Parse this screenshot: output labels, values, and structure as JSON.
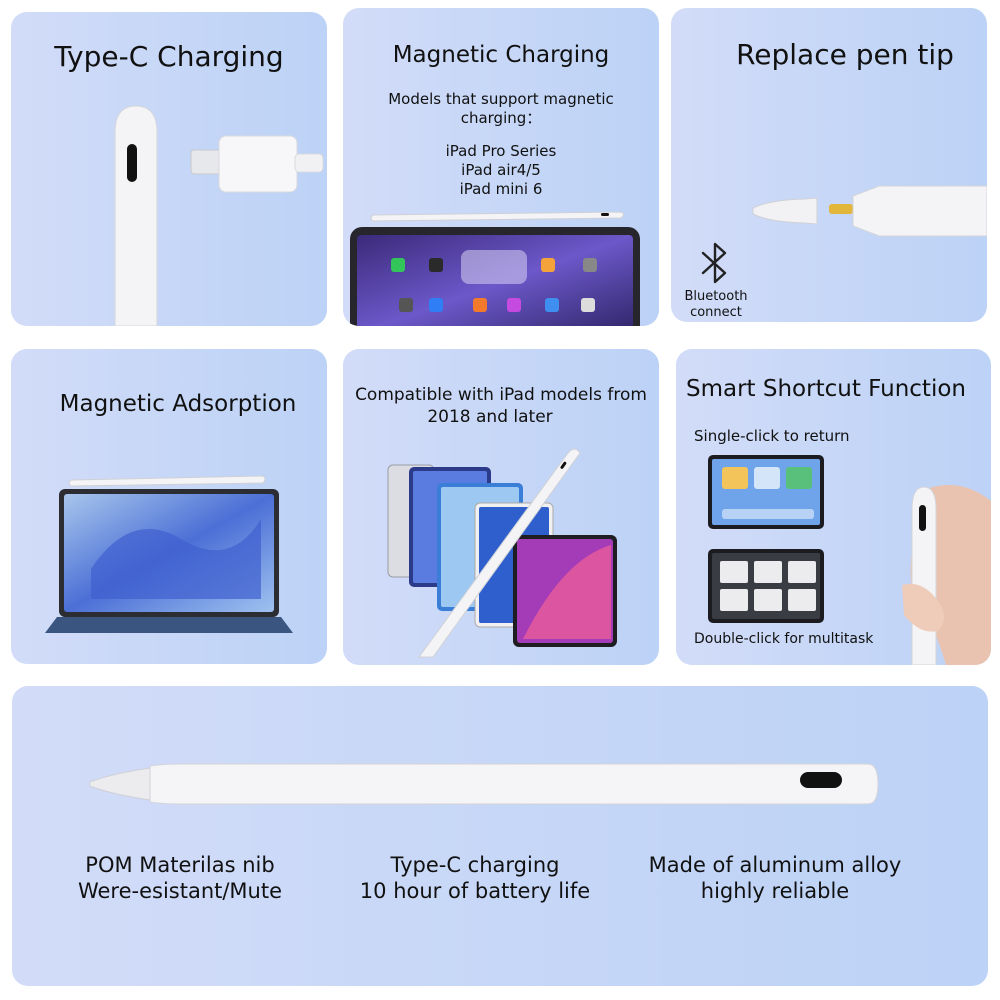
{
  "panels": {
    "typec": {
      "title": "Type-C Charging"
    },
    "magnetic_charging": {
      "title": "Magnetic Charging",
      "subtitle_line1": "Models that support magnetic",
      "subtitle_line2": "charging：",
      "models": [
        "iPad Pro Series",
        "iPad air4/5",
        "iPad mini 6"
      ]
    },
    "replace_tip": {
      "title": "Replace pen tip",
      "bluetooth_line1": "Bluetooth",
      "bluetooth_line2": "connect"
    },
    "adsorption": {
      "title": "Magnetic Adsorption"
    },
    "compatible": {
      "line1": "Compatible with iPad models from",
      "line2": "2018 and later"
    },
    "shortcut": {
      "title": "Smart Shortcut Function",
      "single_click": "Single-click to return",
      "double_click": "Double-click for multitask"
    },
    "features": {
      "nib_line1": "POM Materilas nib",
      "nib_line2": "Were-esistant/Mute",
      "charging_line1": "Type-C charging",
      "charging_line2": "10 hour of battery life",
      "alloy_line1": "Made of aluminum alloy",
      "alloy_line2": "highly reliable"
    }
  },
  "colors": {
    "panel_from": "#d2dcf8",
    "panel_to": "#bcd2f6",
    "pen_white": "#f4f4f6",
    "port_black": "#111111"
  }
}
